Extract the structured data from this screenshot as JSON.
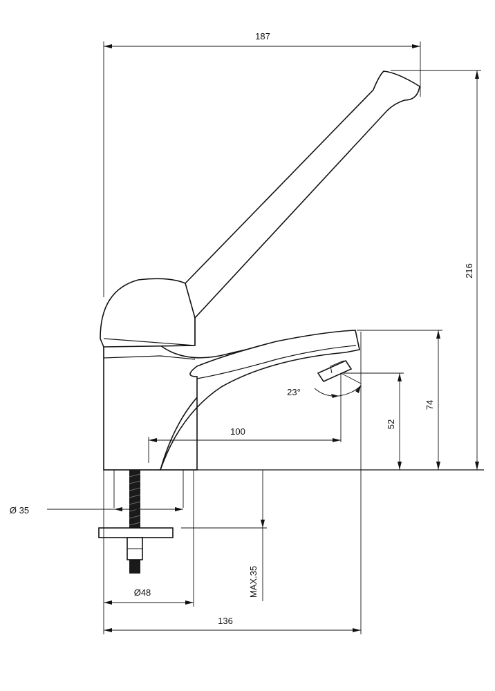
{
  "dimensions": {
    "overall_width": "187",
    "overall_height": "216",
    "spout_top_height": "74",
    "aerator_height": "52",
    "spout_reach": "100",
    "swivel_angle": "23°",
    "base_to_outlet": "136",
    "hole_diameter": "Ø 35",
    "base_diameter": "Ø48",
    "max_thickness": "MAX.35"
  }
}
